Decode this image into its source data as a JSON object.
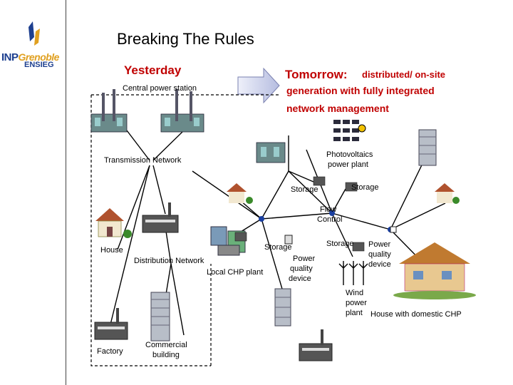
{
  "logo": {
    "inp": "INP",
    "grenoble": "Grenoble",
    "ensieg": "ENSIEG"
  },
  "title": "Breaking The Rules",
  "yesterday": "Yesterday",
  "tomorrow": {
    "label": "Tomorrow:",
    "line1": "distributed/ on-site",
    "line2": "generation with fully integrated",
    "line3": "network management"
  },
  "labels": {
    "central_power_station": "Central power station",
    "transmission_network": "Transmission Network",
    "photovoltaics_1": "Photovoltaics",
    "photovoltaics_2": "power plant",
    "storage_left": "Storage",
    "storage_right": "Storage",
    "flow_control_1": "Flow",
    "flow_control_2": "Control",
    "house": "House",
    "distribution_network": "Distribution Network",
    "storage_mid": "Storage",
    "storage_lower": "Storage",
    "power_quality_a_1": "Power",
    "power_quality_a_2": "quality",
    "power_quality_a_3": "device",
    "power_quality_b_1": "Power",
    "power_quality_b_2": "quality",
    "power_quality_b_3": "device",
    "local_chp_plant": "Local CHP plant",
    "wind_1": "Wind",
    "wind_2": "power",
    "wind_3": "plant",
    "house_chp": "House with domestic CHP",
    "factory": "Factory",
    "commercial_1": "Commercial",
    "commercial_2": "building"
  },
  "colors": {
    "accent": "#c00000",
    "network_line": "#000000",
    "node": "#1a3fa0",
    "arrow_fill": "#c6cbe6",
    "dashed_border": "#000000"
  }
}
